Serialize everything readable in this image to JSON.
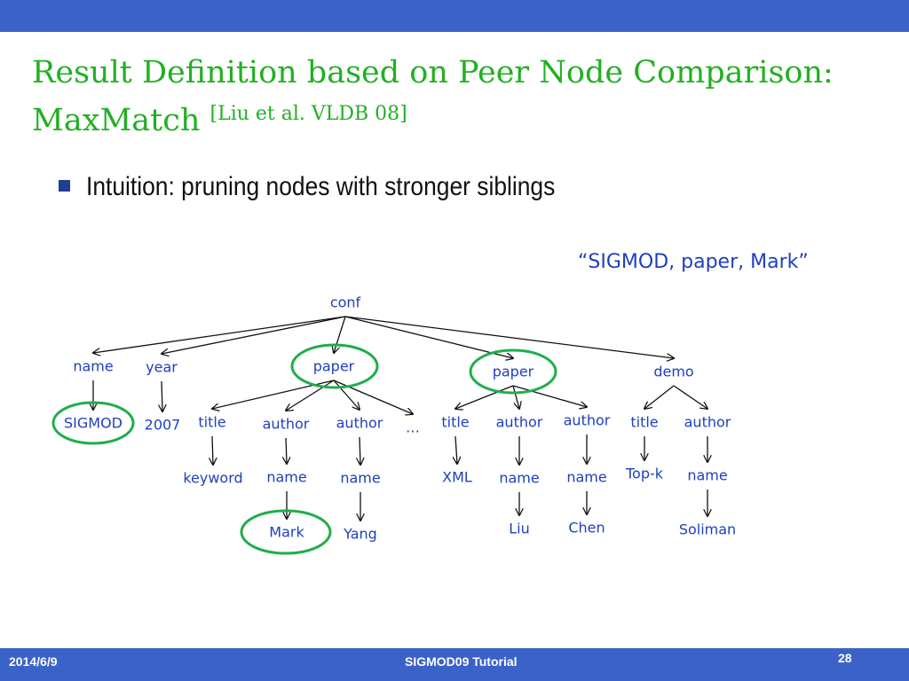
{
  "slide": {
    "title_line1": "Result Definition based on Peer Node Comparison:",
    "title_line2": "MaxMatch",
    "title_citation": "[Liu et al. VLDB 08]",
    "bullet": "Intuition: pruning nodes with stronger siblings",
    "query": "“SIGMOD, paper, Mark”"
  },
  "tree": {
    "nodes": [
      {
        "id": "conf",
        "label": "conf"
      },
      {
        "id": "name1",
        "label": "name"
      },
      {
        "id": "year",
        "label": "year"
      },
      {
        "id": "paper1",
        "label": "paper"
      },
      {
        "id": "paper2",
        "label": "paper"
      },
      {
        "id": "demo",
        "label": "demo"
      },
      {
        "id": "sigmod",
        "label": "SIGMOD"
      },
      {
        "id": "y2007",
        "label": "2007"
      },
      {
        "id": "title1",
        "label": "title"
      },
      {
        "id": "author1",
        "label": "author"
      },
      {
        "id": "author2",
        "label": "author"
      },
      {
        "id": "ellipsis",
        "label": "…"
      },
      {
        "id": "title2",
        "label": "title"
      },
      {
        "id": "author3",
        "label": "author"
      },
      {
        "id": "author4",
        "label": "author"
      },
      {
        "id": "title3",
        "label": "title"
      },
      {
        "id": "author5",
        "label": "author"
      },
      {
        "id": "keyword",
        "label": "keyword"
      },
      {
        "id": "name2",
        "label": "name"
      },
      {
        "id": "name3",
        "label": "name"
      },
      {
        "id": "xml",
        "label": "XML"
      },
      {
        "id": "name4",
        "label": "name"
      },
      {
        "id": "name5",
        "label": "name"
      },
      {
        "id": "topk",
        "label": "Top-k"
      },
      {
        "id": "name6",
        "label": "name"
      },
      {
        "id": "mark",
        "label": "Mark"
      },
      {
        "id": "yang",
        "label": "Yang"
      },
      {
        "id": "liu",
        "label": "Liu"
      },
      {
        "id": "chen",
        "label": "Chen"
      },
      {
        "id": "soliman",
        "label": "Soliman"
      }
    ],
    "edges": [
      [
        "conf",
        "name1"
      ],
      [
        "conf",
        "year"
      ],
      [
        "conf",
        "paper1"
      ],
      [
        "conf",
        "paper2"
      ],
      [
        "conf",
        "demo"
      ],
      [
        "name1",
        "sigmod"
      ],
      [
        "year",
        "y2007"
      ],
      [
        "paper1",
        "title1"
      ],
      [
        "paper1",
        "author1"
      ],
      [
        "paper1",
        "author2"
      ],
      [
        "paper1",
        "ellipsis"
      ],
      [
        "paper2",
        "title2"
      ],
      [
        "paper2",
        "author3"
      ],
      [
        "paper2",
        "author4"
      ],
      [
        "demo",
        "title3"
      ],
      [
        "demo",
        "author5"
      ],
      [
        "title1",
        "keyword"
      ],
      [
        "author1",
        "name2"
      ],
      [
        "author2",
        "name3"
      ],
      [
        "title2",
        "xml"
      ],
      [
        "author3",
        "name4"
      ],
      [
        "author4",
        "name5"
      ],
      [
        "title3",
        "topk"
      ],
      [
        "author5",
        "name6"
      ],
      [
        "name2",
        "mark"
      ],
      [
        "name3",
        "yang"
      ],
      [
        "name4",
        "liu"
      ],
      [
        "name5",
        "chen"
      ],
      [
        "name6",
        "soliman"
      ]
    ],
    "highlighted": [
      "sigmod",
      "paper1",
      "paper2",
      "mark"
    ]
  },
  "footer": {
    "date": "2014/6/9",
    "event": "SIGMOD09 Tutorial",
    "page": "28"
  },
  "colors": {
    "bar": "#3a62c8",
    "title": "#22b022",
    "node_text": "#1f3fbf",
    "highlight": "#1fae4a"
  }
}
